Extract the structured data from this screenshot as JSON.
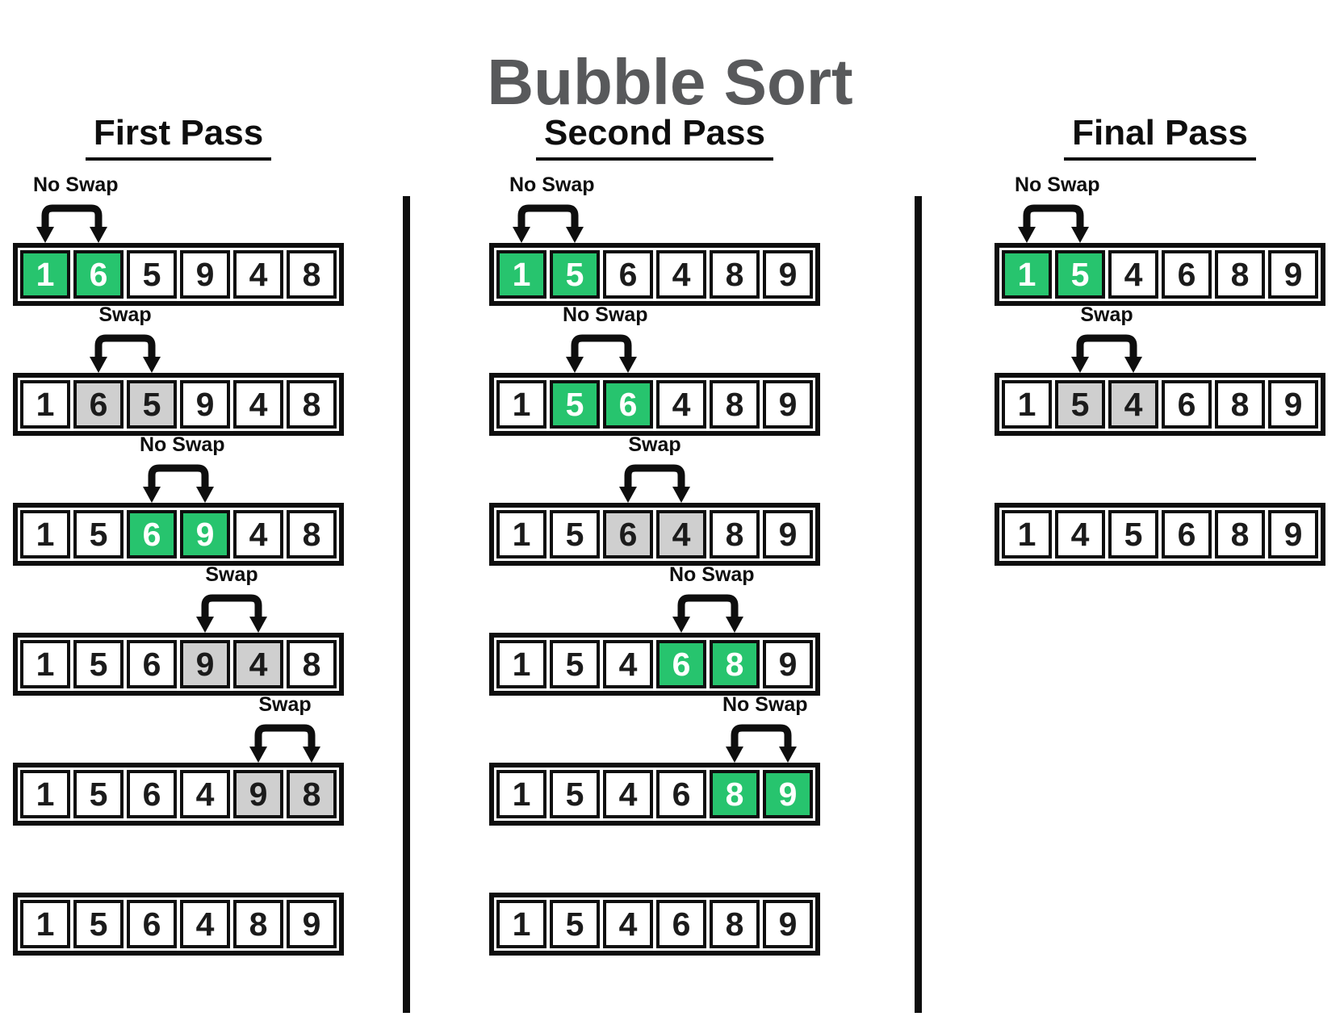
{
  "title": "Bubble Sort",
  "colors": {
    "title": "#58595B",
    "ink": "#0E0E0E",
    "no_swap_highlight": "#27C46E",
    "swap_highlight": "#CFCFCF"
  },
  "columns": [
    {
      "title": "First Pass",
      "steps": [
        {
          "annotation": "No Swap",
          "pair": [
            0,
            1
          ],
          "highlight": "green",
          "values": [
            "1",
            "6",
            "5",
            "9",
            "4",
            "8"
          ]
        },
        {
          "annotation": "Swap",
          "pair": [
            1,
            2
          ],
          "highlight": "gray",
          "values": [
            "1",
            "6",
            "5",
            "9",
            "4",
            "8"
          ]
        },
        {
          "annotation": "No Swap",
          "pair": [
            2,
            3
          ],
          "highlight": "green",
          "values": [
            "1",
            "5",
            "6",
            "9",
            "4",
            "8"
          ]
        },
        {
          "annotation": "Swap",
          "pair": [
            3,
            4
          ],
          "highlight": "gray",
          "values": [
            "1",
            "5",
            "6",
            "9",
            "4",
            "8"
          ]
        },
        {
          "annotation": "Swap",
          "pair": [
            4,
            5
          ],
          "highlight": "gray",
          "values": [
            "1",
            "5",
            "6",
            "4",
            "9",
            "8"
          ]
        },
        {
          "annotation": null,
          "pair": null,
          "highlight": null,
          "values": [
            "1",
            "5",
            "6",
            "4",
            "8",
            "9"
          ]
        }
      ]
    },
    {
      "title": "Second Pass",
      "steps": [
        {
          "annotation": "No Swap",
          "pair": [
            0,
            1
          ],
          "highlight": "green",
          "values": [
            "1",
            "5",
            "6",
            "4",
            "8",
            "9"
          ]
        },
        {
          "annotation": "No Swap",
          "pair": [
            1,
            2
          ],
          "highlight": "green",
          "values": [
            "1",
            "5",
            "6",
            "4",
            "8",
            "9"
          ]
        },
        {
          "annotation": "Swap",
          "pair": [
            2,
            3
          ],
          "highlight": "gray",
          "values": [
            "1",
            "5",
            "6",
            "4",
            "8",
            "9"
          ]
        },
        {
          "annotation": "No Swap",
          "pair": [
            3,
            4
          ],
          "highlight": "green",
          "values": [
            "1",
            "5",
            "4",
            "6",
            "8",
            "9"
          ]
        },
        {
          "annotation": "No Swap",
          "pair": [
            4,
            5
          ],
          "highlight": "green",
          "values": [
            "1",
            "5",
            "4",
            "6",
            "8",
            "9"
          ]
        },
        {
          "annotation": null,
          "pair": null,
          "highlight": null,
          "values": [
            "1",
            "5",
            "4",
            "6",
            "8",
            "9"
          ]
        }
      ]
    },
    {
      "title": "Final Pass",
      "steps": [
        {
          "annotation": "No Swap",
          "pair": [
            0,
            1
          ],
          "highlight": "green",
          "values": [
            "1",
            "5",
            "4",
            "6",
            "8",
            "9"
          ]
        },
        {
          "annotation": "Swap",
          "pair": [
            1,
            2
          ],
          "highlight": "gray",
          "values": [
            "1",
            "5",
            "4",
            "6",
            "8",
            "9"
          ]
        },
        {
          "annotation": null,
          "pair": null,
          "highlight": null,
          "values": [
            "1",
            "4",
            "5",
            "6",
            "8",
            "9"
          ]
        }
      ]
    }
  ]
}
